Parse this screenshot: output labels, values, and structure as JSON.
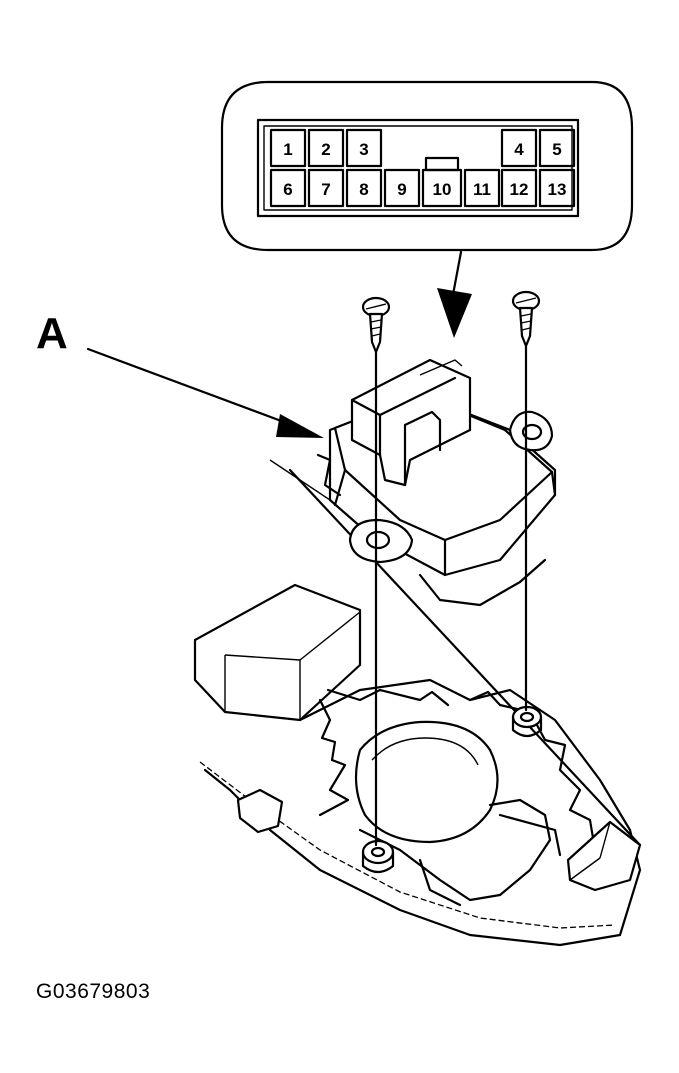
{
  "connector": {
    "pins_top": [
      "1",
      "2",
      "3",
      "4",
      "5"
    ],
    "pins_bottom": [
      "6",
      "7",
      "8",
      "9",
      "10",
      "11",
      "12",
      "13"
    ]
  },
  "callout": {
    "label": "A"
  },
  "figure_id": "G03679803"
}
